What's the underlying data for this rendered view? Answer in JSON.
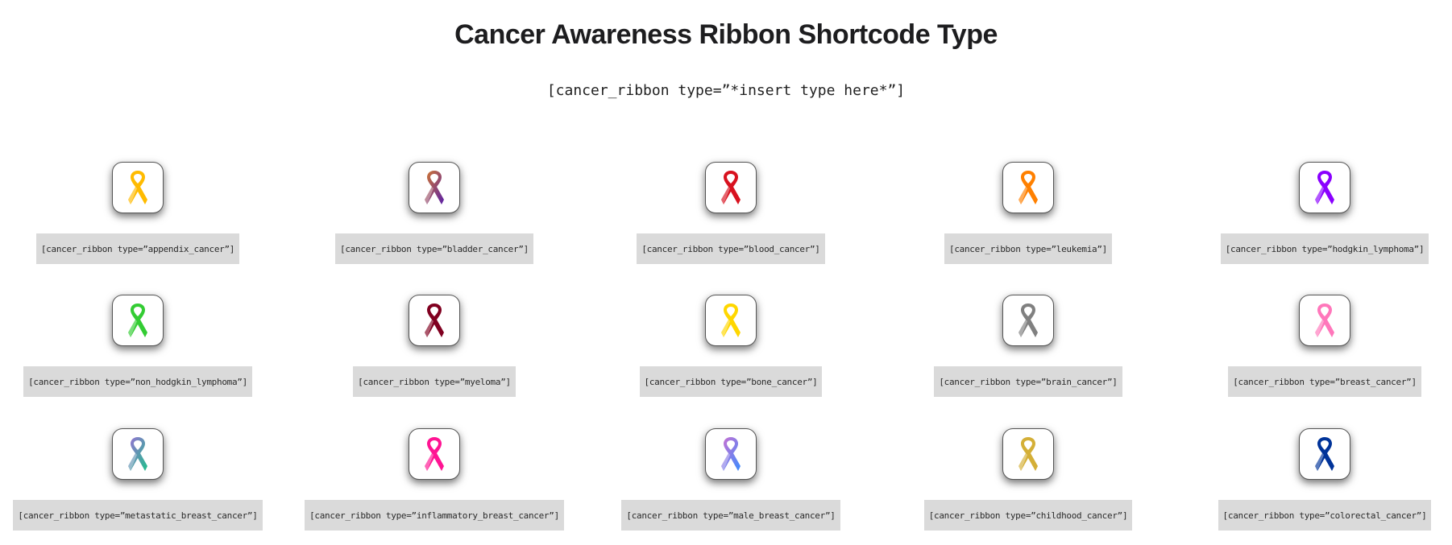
{
  "page": {
    "title": "Cancer Awareness Ribbon Shortcode Type",
    "subtitle": "[cancer_ribbon type=”*insert type here*”]"
  },
  "ribbons": [
    {
      "label": "[cancer_ribbon type=”appendix_cancer”]",
      "color": "#ffbb00",
      "color2": "#ffbb00"
    },
    {
      "label": "[cancer_ribbon type=”bladder_cancer”]",
      "color": "#d47a2e",
      "color2": "#5a1fa8"
    },
    {
      "label": "[cancer_ribbon type=”blood_cancer”]",
      "color": "#d8121f",
      "color2": "#d8121f"
    },
    {
      "label": "[cancer_ribbon type=”leukemia”]",
      "color": "#ff8000",
      "color2": "#ff8000"
    },
    {
      "label": "[cancer_ribbon type=”hodgkin_lymphoma”]",
      "color": "#8a00ff",
      "color2": "#8a00ff"
    },
    {
      "label": "[cancer_ribbon type=”non_hodgkin_lymphoma”]",
      "color": "#33cc33",
      "color2": "#33cc33"
    },
    {
      "label": "[cancer_ribbon type=”myeloma”]",
      "color": "#800020",
      "color2": "#800020"
    },
    {
      "label": "[cancer_ribbon type=”bone_cancer”]",
      "color": "#ffd700",
      "color2": "#ffd700"
    },
    {
      "label": "[cancer_ribbon type=”brain_cancer”]",
      "color": "#808080",
      "color2": "#808080"
    },
    {
      "label": "[cancer_ribbon type=”breast_cancer”]",
      "color": "#ff77bb",
      "color2": "#ff77bb"
    },
    {
      "label": "[cancer_ribbon type=”metastatic_breast_cancer”]",
      "color": "#9b6fd6",
      "color2": "#1fc08a"
    },
    {
      "label": "[cancer_ribbon type=”inflammatory_breast_cancer”]",
      "color": "#ff1493",
      "color2": "#ff1493"
    },
    {
      "label": "[cancer_ribbon type=”male_breast_cancer”]",
      "color": "#d070d0",
      "color2": "#3a8cff"
    },
    {
      "label": "[cancer_ribbon type=”childhood_cancer”]",
      "color": "#d4af37",
      "color2": "#d4af37"
    },
    {
      "label": "[cancer_ribbon type=”colorectal_cancer”]",
      "color": "#003399",
      "color2": "#003399"
    }
  ],
  "icons": {
    "ribbon": "awareness-ribbon-icon"
  }
}
